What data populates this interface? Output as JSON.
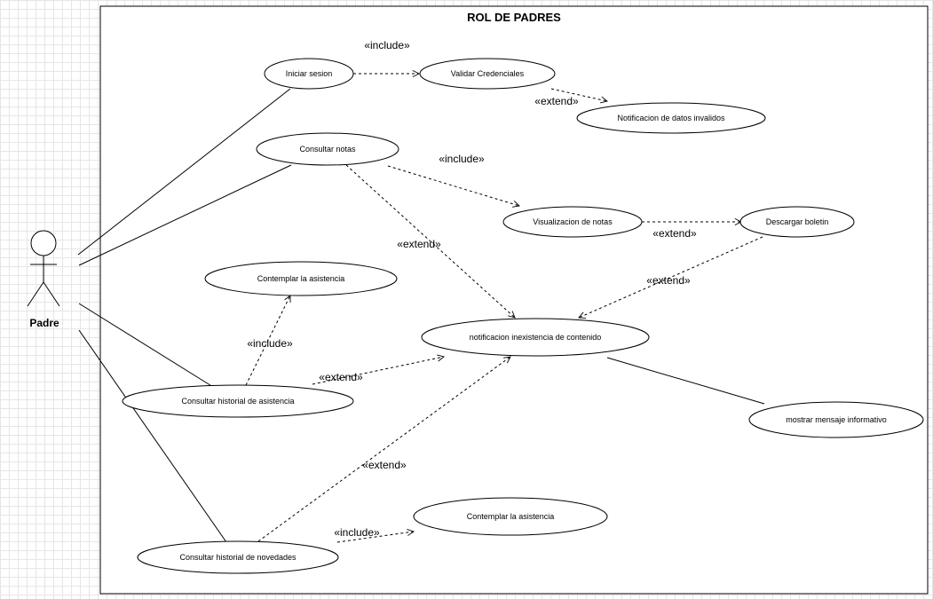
{
  "boundary": {
    "title": "ROL DE PADRES"
  },
  "actor": {
    "name": "Padre"
  },
  "use_cases": {
    "iniciar_sesion": "Iniciar sesion",
    "validar_credenciales": "Validar Credenciales",
    "notificacion_datos_invalidos": "Notificacion de datos invalidos",
    "consultar_notas": "Consultar notas",
    "visualizacion_notas": "Visualizacion de notas",
    "descargar_boletin": "Descargar boletin",
    "contemplar_asistencia_1": "Contemplar la asistencia",
    "notificacion_inexistencia": "notificacion inexistencia de contenido",
    "consultar_historial_asistencia": "Consultar historial de asistencia",
    "mostrar_mensaje": "mostrar mensaje informativo",
    "contemplar_asistencia_2": "Contemplar la asistencia",
    "consultar_historial_novedades": "Consultar historial de novedades"
  },
  "stereotypes": {
    "include_login": "«include»",
    "extend_credentials": "«extend»",
    "include_notas": "«include»",
    "extend_notas": "«extend»",
    "extend_boletin_1": "«extend»",
    "extend_boletin_2": "«extend»",
    "include_asistencia": "«include»",
    "extend_asistencia": "«extend»",
    "extend_novedades": "«extend»",
    "include_novedades": "«include»"
  }
}
